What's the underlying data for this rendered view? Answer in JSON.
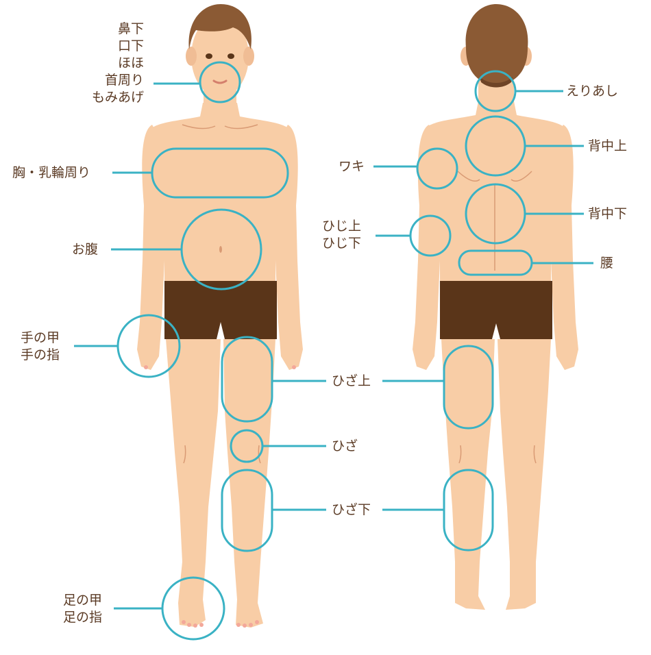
{
  "colors": {
    "skin": "#f8cda6",
    "skin_shade": "#e7a87f",
    "skin_line": "#d99a74",
    "hair": "#8b5a34",
    "hair_dark": "#6f4426",
    "shorts": "#5a3519",
    "callout": "#3ab2c4",
    "text": "#5a3a24"
  },
  "front_labels": {
    "face": [
      "鼻下",
      "口下",
      "ほほ",
      "首周り",
      "もみあげ"
    ],
    "chest": "胸・乳輪周り",
    "belly": "お腹",
    "hand": [
      "手の甲",
      "手の指"
    ],
    "foot": [
      "足の甲",
      "足の指"
    ]
  },
  "back_labels": {
    "nape": "えりあし",
    "upper_back": "背中上",
    "lower_back": "背中下",
    "waist": "腰",
    "armpit": "ワキ",
    "elbow": [
      "ひじ上",
      "ひじ下"
    ]
  },
  "leg_labels": {
    "above_knee": "ひざ上",
    "knee": "ひざ",
    "below_knee": "ひざ下"
  }
}
